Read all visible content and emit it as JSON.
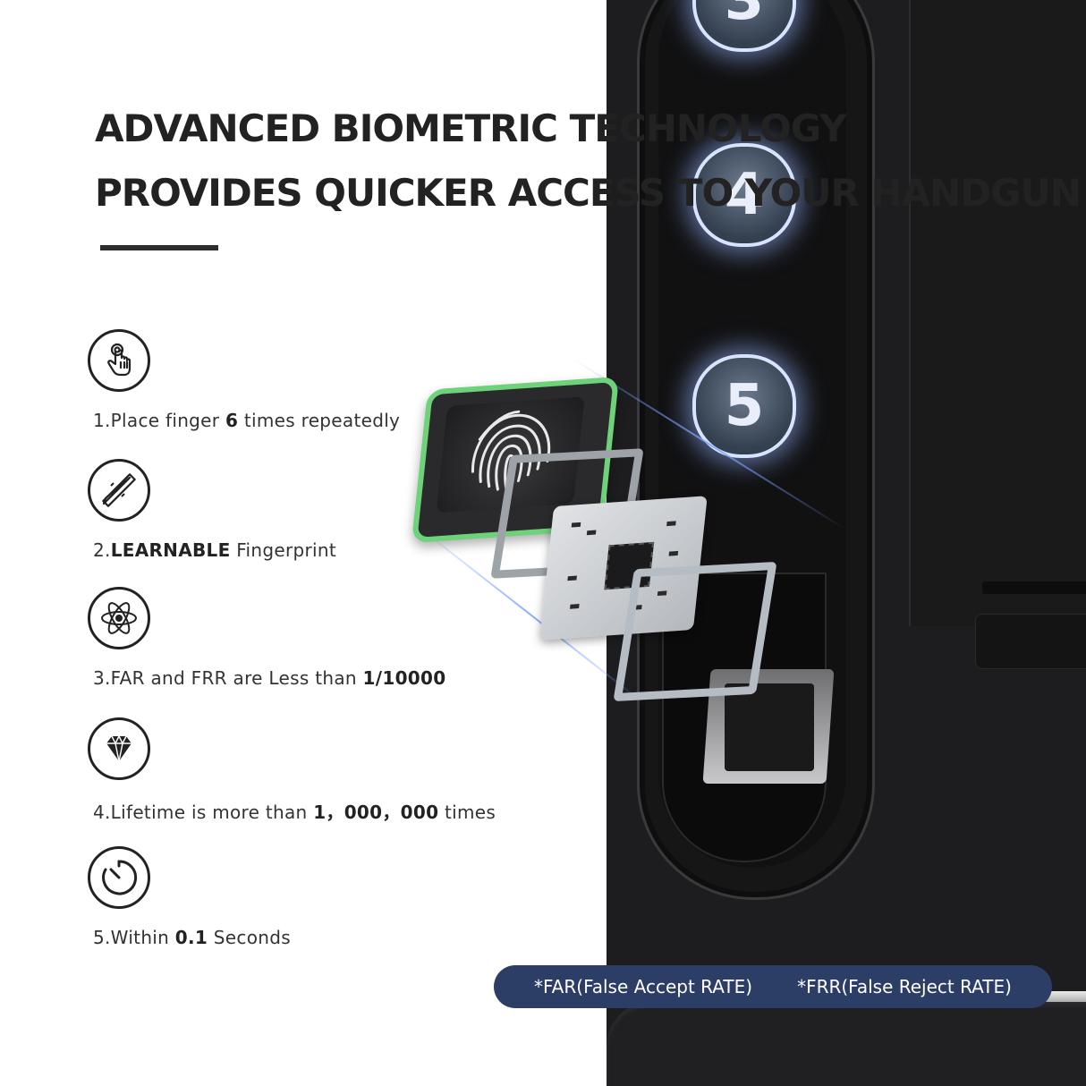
{
  "heading": {
    "line1": "ADVANCED BIOMETRIC TECHNOLOGY",
    "line2": "PROVIDES QUICKER ACCESS TO YOUR HANDGUN"
  },
  "keypad": {
    "keys": [
      "3",
      "4",
      "5"
    ]
  },
  "features": [
    {
      "icon": "touch-finger-icon",
      "pre": "1.Place finger ",
      "bold": "6",
      "post": " times repeatedly"
    },
    {
      "icon": "pencil-ruler-icon",
      "pre": "2.",
      "bold": "LEARNABLE",
      "post": " Fingerprint"
    },
    {
      "icon": "atom-icon",
      "pre": "3.FAR and FRR are Less than ",
      "bold": "1/10000",
      "post": ""
    },
    {
      "icon": "diamond-icon",
      "pre": "4.Lifetime is more than ",
      "bold": "1，000，000",
      "post": " times"
    },
    {
      "icon": "timer-icon",
      "pre": "5.Within ",
      "bold": "0.1",
      "post": " Seconds"
    }
  ],
  "footnote": {
    "far": "*FAR(False Accept RATE)",
    "frr": "*FRR(False Reject RATE)"
  },
  "colors": {
    "accent_green": "#6ed27a",
    "pill_blue": "#2c3d66",
    "key_glow": "#d8e4ff"
  }
}
